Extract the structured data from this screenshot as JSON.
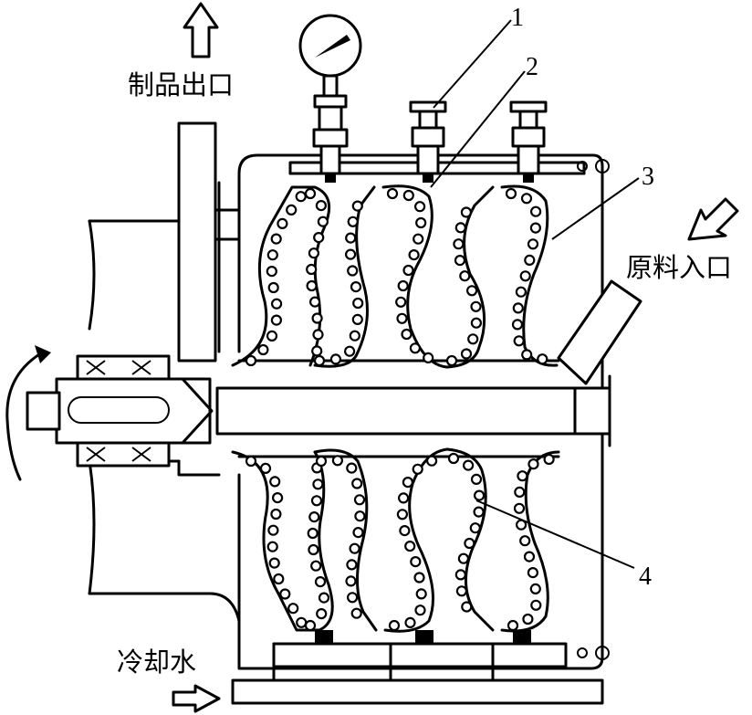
{
  "labels": {
    "product_outlet": "制品出口",
    "raw_material_inlet": "原料入口",
    "cooling_water": "冷却水"
  },
  "callouts": {
    "c1": "1",
    "c2": "2",
    "c3": "3",
    "c4": "4"
  },
  "icons": {
    "outlet_arrow": "hollow-arrow-up-icon",
    "inlet_arrow": "hollow-arrow-diagonal-down-left-icon",
    "water_arrow": "hollow-arrow-right-icon",
    "rotation_arrow": "curved-rotation-arrow-icon",
    "gauge": "pressure-gauge-icon",
    "valve": "adjusting-valve-icon"
  }
}
